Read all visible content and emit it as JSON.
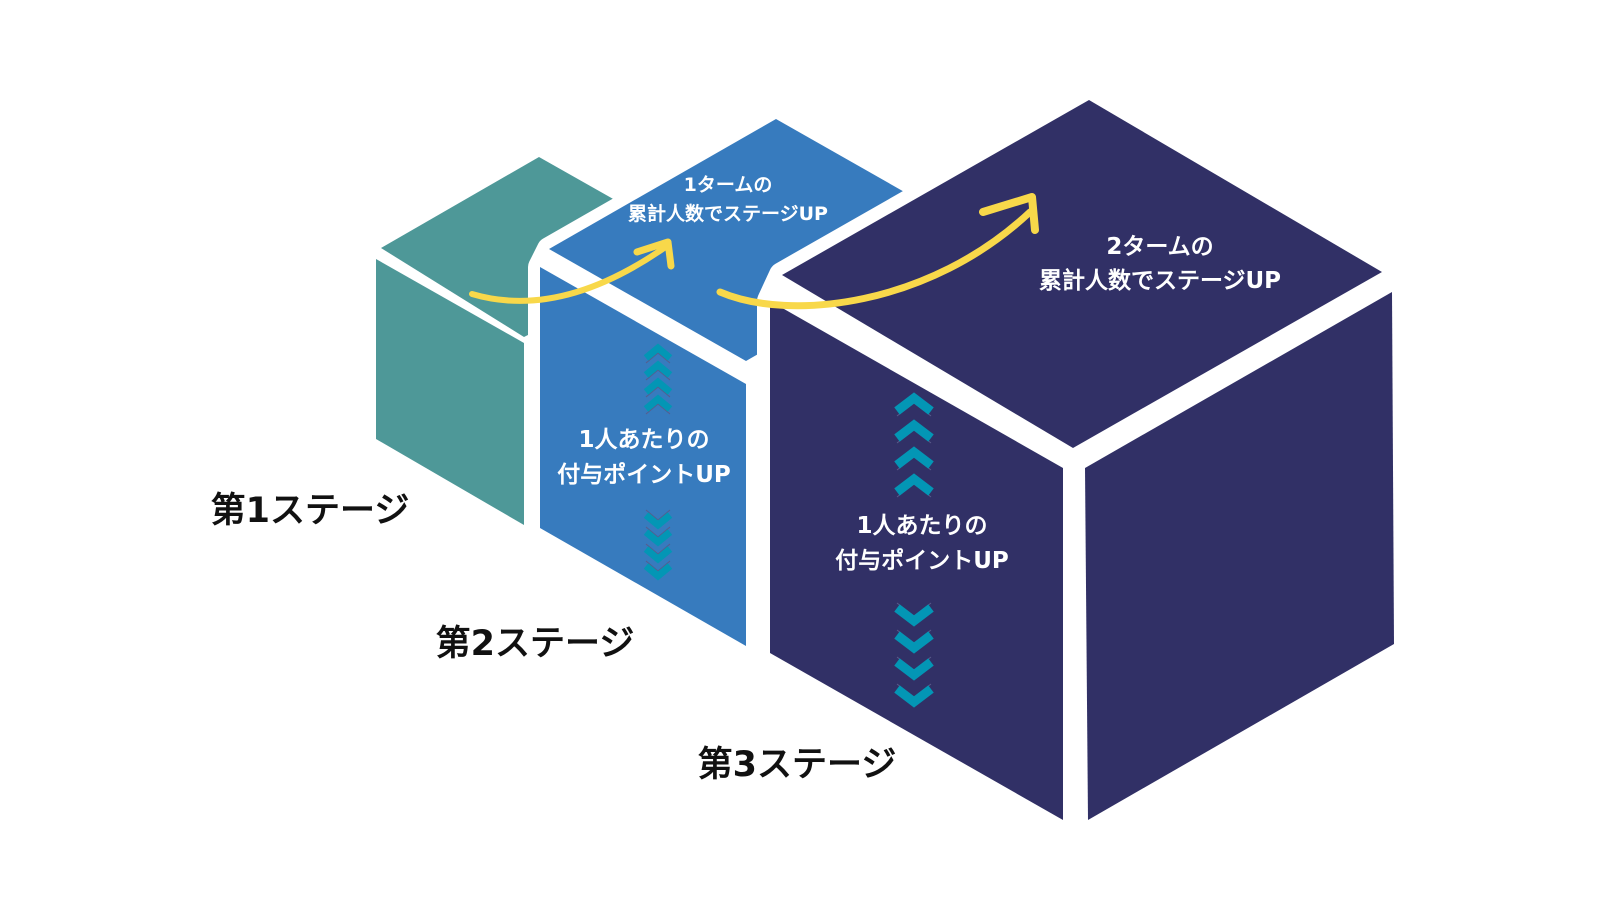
{
  "colors": {
    "stage1": "#4E9898",
    "stage2": "#377BBE",
    "stage3": "#313066",
    "arrow": "#F8D84A",
    "chevron": "#0396B5",
    "gap": "#FFFFFF"
  },
  "stages": [
    {
      "label": "第1ステージ"
    },
    {
      "label": "第2ステージ",
      "top_text": [
        "1タームの",
        "累計人数でステージUP"
      ],
      "face_text": [
        "1人あたりの",
        "付与ポイントUP"
      ]
    },
    {
      "label": "第3ステージ",
      "top_text": [
        "2タームの",
        "累計人数でステージUP"
      ],
      "face_text": [
        "1人あたりの",
        "付与ポイントUP"
      ]
    }
  ],
  "icons": [
    "arrow-curved-up-icon",
    "chevron-up-icon",
    "chevron-down-icon"
  ]
}
